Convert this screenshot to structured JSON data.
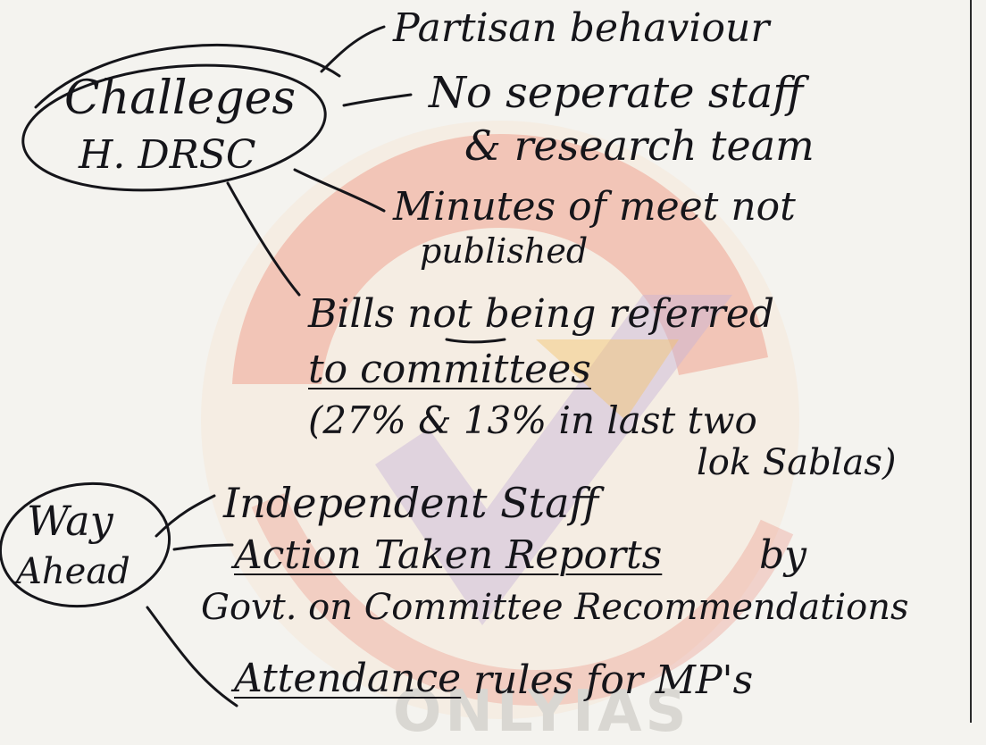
{
  "notes": {
    "challenges": {
      "circle_line1": "Challeges",
      "circle_line2": "H. DRSC",
      "items": [
        "Partisan behaviour",
        "No seperate staff",
        "& research team",
        "Minutes of meet not",
        "published",
        "Bills not being referred",
        "to committees",
        "(27% & 13% in last two",
        "lok Sablas)"
      ]
    },
    "way_ahead": {
      "circle_line1": "Way",
      "circle_line2": "Ahead",
      "items": [
        "Independent Staff",
        "Action Taken Reports",
        "by",
        "Govt. on Committee Recommendations",
        "Attendance",
        "rules for MP's"
      ]
    }
  },
  "watermark": {
    "text": "ONLYIAS"
  },
  "colors": {
    "ink": "#15151a",
    "watermark_red": "#e8604f",
    "watermark_yellow": "#f2c15a",
    "watermark_purple": "#b7a2c8",
    "paper": "#f4f3ef"
  }
}
